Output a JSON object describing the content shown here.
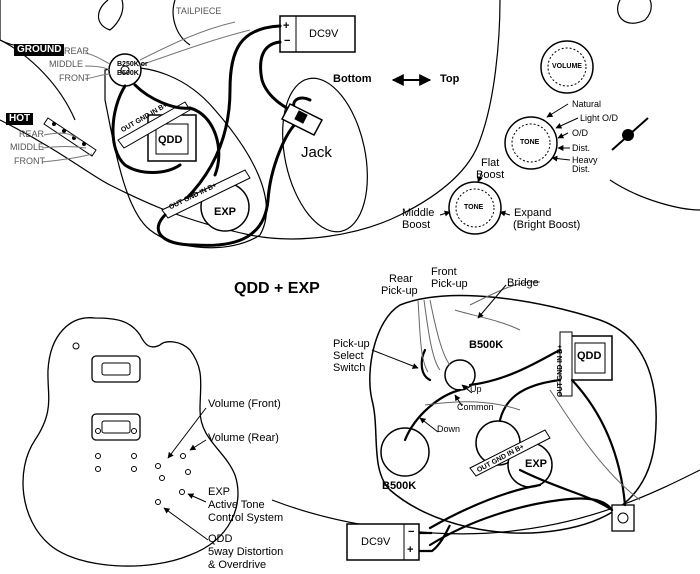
{
  "top_left": {
    "tailpiece": "TAILPIECE",
    "ground_tag": "GROUND",
    "ground_rear": "REAR",
    "ground_middle": "MIDDLE",
    "ground_front": "FRONT",
    "pot_label_1": "B250K or",
    "pot_label_2": "B500K",
    "hot_tag": "HOT",
    "hot_rear": "REAR",
    "hot_middle": "MIDDLE",
    "hot_front": "FRONT",
    "battery_label": "DC9V",
    "battery_plus": "+",
    "battery_minus": "−",
    "qdd_label": "QDD",
    "exp_label": "EXP",
    "module_pins": "OUT GND IN B+",
    "jack_label": "Jack",
    "bottom_label": "Bottom",
    "top_label": "Top"
  },
  "top_right": {
    "volume_knob": "VOLUME",
    "tone_knob": "TONE",
    "tone_knob_2": "TONE",
    "mode_natural": "Natural",
    "mode_light_od": "Light O/D",
    "mode_od": "O/D",
    "mode_dist": "Dist.",
    "mode_heavy_1": "Heavy",
    "mode_heavy_2": "Dist.",
    "flat_boost_1": "Flat",
    "flat_boost_2": "Boost",
    "middle_boost_1": "Middle",
    "middle_boost_2": "Boost",
    "expand_1": "Expand",
    "expand_2": "(Bright Boost)"
  },
  "title": "QDD + EXP",
  "bottom_left": {
    "volume_front": "Volume (Front)",
    "volume_rear": "Volume (Rear)",
    "exp_1": "EXP",
    "exp_2": "Active Tone",
    "exp_3": "Control System",
    "qdd_1": "QDD",
    "qdd_2": "5way Distortion",
    "qdd_3": "& Overdrive"
  },
  "bottom_right": {
    "rear_pickup_1": "Rear",
    "rear_pickup_2": "Pick-up",
    "front_pickup_1": "Front",
    "front_pickup_2": "Pick-up",
    "bridge": "Bridge",
    "select_1": "Pick-up",
    "select_2": "Select",
    "select_3": "Switch",
    "b500k_top": "B500K",
    "up": "Up",
    "common": "Common",
    "down": "Down",
    "b500k_bottom": "B500K",
    "qdd_label": "QDD",
    "exp_label": "EXP",
    "module_pins": "OUT GND IN B+",
    "battery_label": "DC9V",
    "battery_plus": "+",
    "battery_minus": "−"
  }
}
